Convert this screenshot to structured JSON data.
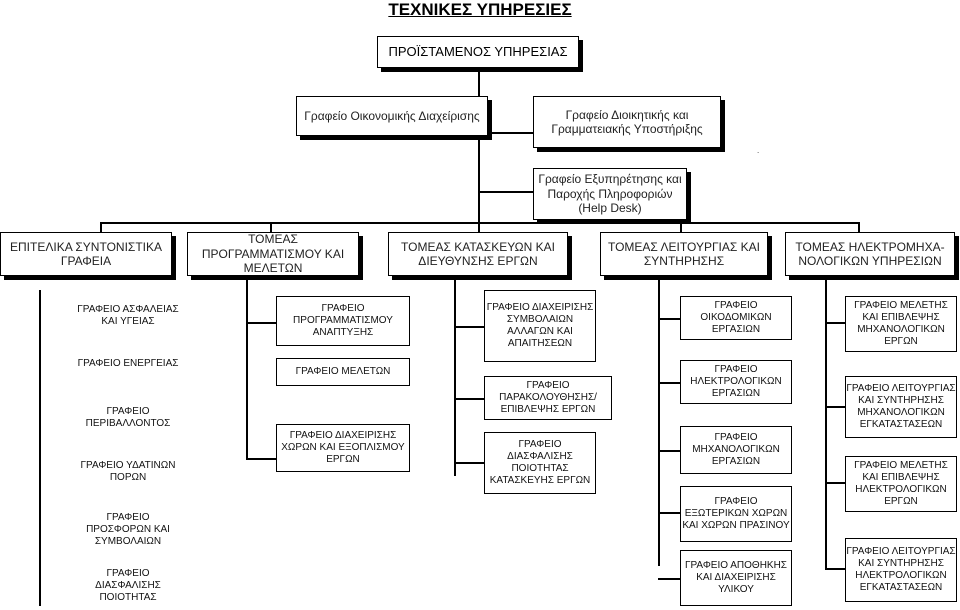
{
  "title": "ΤΕΧΝΙΚΕΣ ΥΠΗΡΕΣΙΕΣ",
  "head": "ΠΡΟΪΣΤΑΜΕΝΟΣ ΥΠΗΡΕΣΙΑΣ",
  "staff_offices": {
    "economic": "Γραφείο Οικονομικής Διαχείρισης",
    "admin": "Γραφείο Διοικητικής και Γραμματειακής Υποστήριξης",
    "helpdesk": "Γραφείο Εξυπηρέτησης και Παροχής Πληροφοριών (Help Desk)",
    "dot": "."
  },
  "sectors": [
    {
      "name": "ΕΠΙΤΕΛΙΚΑ ΣΥΝΤΟΝΙΣΤΙΚΑ ΓΡΑΦΕΙΑ",
      "offices": [
        "ΓΡΑΦΕΙΟ ΑΣΦΑΛΕΙΑΣ ΚΑΙ ΥΓΕΙΑΣ",
        "ΓΡΑΦΕΙΟ ΕΝΕΡΓΕΙΑΣ",
        "ΓΡΑΦΕΙΟ ΠΕΡΙΒΑΛΛΟΝΤΟΣ",
        "ΓΡΑΦΕΙΟ ΥΔΑΤΙΝΩΝ ΠΟΡΩΝ",
        "ΓΡΑΦΕΙΟ ΠΡΟΣΦΟΡΩΝ ΚΑΙ ΣΥΜΒΟΛΑΙΩΝ",
        "ΓΡΑΦΕΙΟ ΔΙΑΣΦΑΛΙΣΗΣ ΠΟΙΟΤΗΤΑΣ"
      ]
    },
    {
      "name": "ΤΟΜΕΑΣ ΠΡΟΓΡΑΜΜΑΤΙΣΜΟΥ ΚΑΙ ΜΕΛΕΤΩΝ",
      "offices": [
        "ΓΡΑΦΕΙΟ ΠΡΟΓΡΑΜΜΑΤΙΣΜΟΥ ΑΝΑΠΤΥΞΗΣ",
        "ΓΡΑΦΕΙΟ ΜΕΛΕΤΩΝ",
        "ΓΡΑΦΕΙΟ ΔΙΑΧΕΙΡΙΣΗΣ ΧΩΡΩΝ ΚΑΙ ΕΞΟΠΛΙΣΜΟΥ ΕΡΓΩΝ"
      ]
    },
    {
      "name": "ΤΟΜΕΑΣ ΚΑΤΑΣΚΕΥΩΝ ΚΑΙ ΔΙΕΥΘΥΝΣΗΣ ΕΡΓΩΝ",
      "offices": [
        "ΓΡΑΦΕΙΟ ΔΙΑΧΕΙΡΙΣΗΣ ΣΥΜΒΟΛΑΙΩΝ ΑΛΛΑΓΩΝ ΚΑΙ ΑΠΑΙΤΗΣΕΩΝ",
        "ΓΡΑΦΕΙΟ ΠΑΡΑΚΟΛΟΥΘΗΣΗΣ/ ΕΠΙΒΛΕΨΗΣ ΕΡΓΩΝ",
        "ΓΡΑΦΕΙΟ ΔΙΑΣΦΑΛΙΣΗΣ ΠΟΙΟΤΗΤΑΣ ΚΑΤΑΣΚΕΥΗΣ ΕΡΓΩΝ"
      ]
    },
    {
      "name": "ΤΟΜΕΑΣ ΛΕΙΤΟΥΡΓΙΑΣ ΚΑΙ ΣΥΝΤΗΡΗΣΗΣ",
      "offices": [
        "ΓΡΑΦΕΙΟ ΟΙΚΟΔΟΜΙΚΩΝ ΕΡΓΑΣΙΩΝ",
        "ΓΡΑΦΕΙΟ ΗΛΕΚΤΡΟΛΟΓΙΚΩΝ ΕΡΓΑΣΙΩΝ",
        "ΓΡΑΦΕΙΟ ΜΗΧΑΝΟΛΟΓΙΚΩΝ ΕΡΓΑΣΙΩΝ",
        "ΓΡΑΦΕΙΟ ΕΞΩΤΕΡΙΚΩΝ ΧΩΡΩΝ ΚΑΙ ΧΩΡΩΝ ΠΡΑΣΙΝΟΥ",
        "ΓΡΑΦΕΙΟ ΑΠΟΘΗΚΗΣ ΚΑΙ ΔΙΑΧΕΙΡΙΣΗΣ ΥΛΙΚΟΥ"
      ]
    },
    {
      "name": "ΤΟΜΕΑΣ ΗΛΕΚΤΡΟΜΗΧΑ- ΝΟΛΟΓΙΚΩΝ ΥΠΗΡΕΣΙΩΝ",
      "offices": [
        "ΓΡΑΦΕΙΟ ΜΕΛΕΤΗΣ ΚΑΙ ΕΠΙΒΛΕΨΗΣ ΜΗΧΑΝΟΛΟΓΙΚΩΝ ΕΡΓΩΝ",
        "ΓΡΑΦΕΙΟ ΛΕΙΤΟΥΡΓΙΑΣ ΚΑΙ ΣΥΝΤΗΡΗΣΗΣ ΜΗΧΑΝΟΛΟΓΙΚΩΝ ΕΓΚΑΤΑΣΤΑΣΕΩΝ",
        "ΓΡΑΦΕΙΟ ΜΕΛΕΤΗΣ ΚΑΙ ΕΠΙΒΛΕΨΗΣ ΗΛΕΚΤΡΟΛΟΓΙΚΩΝ ΕΡΓΩΝ",
        "ΓΡΑΦΕΙΟ ΛΕΙΤΟΥΡΓΙΑΣ ΚΑΙ ΣΥΝΤΗΡΗΣΗΣ ΗΛΕΚΤΡΟΛΟΓΙΚΩΝ ΕΓΚΑΤΑΣΤΑΣΕΩΝ"
      ]
    }
  ]
}
